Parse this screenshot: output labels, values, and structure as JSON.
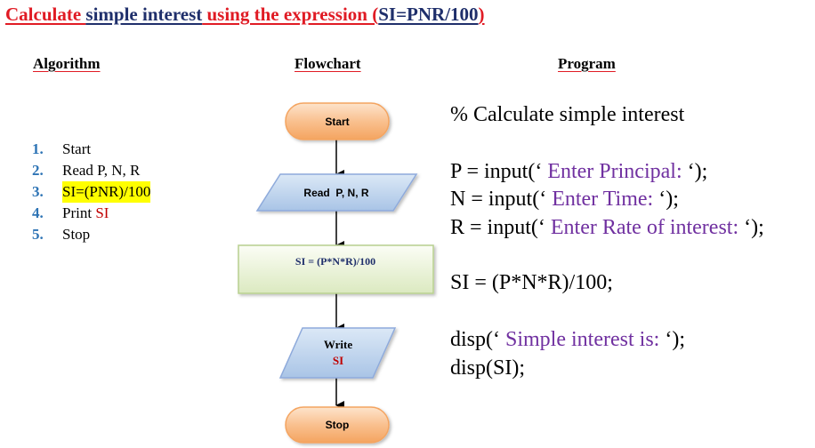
{
  "title": {
    "parts": [
      "Calculate ",
      "simple interest",
      " using the expression (",
      "SI=PNR/100",
      ")"
    ]
  },
  "headings": {
    "algorithm": "Algorithm",
    "flowchart": "Flowchart",
    "program": "Program"
  },
  "algorithm": {
    "steps": [
      {
        "num": "1.",
        "text": "Start"
      },
      {
        "num": "2.",
        "text": "Read P, N, R"
      },
      {
        "num": "3.",
        "text": "SI=(PNR)/100"
      },
      {
        "num": "4.",
        "text": "Print ",
        "accent": "SI"
      },
      {
        "num": "5.",
        "text": "Stop"
      }
    ]
  },
  "flowchart": {
    "start": "Start",
    "read": "Read  P, N, R",
    "process": "SI = (P*N*R)/100",
    "write_label": "Write",
    "write_value": "SI",
    "stop": "Stop"
  },
  "program": {
    "comment": "% Calculate simple interest",
    "lines": [
      {
        "prefix": "P = input(",
        "open": "‘",
        "prompt": " Enter Principal: ",
        "close": "‘",
        "suffix": ");"
      },
      {
        "prefix": "N = input(",
        "open": "‘",
        "prompt": " Enter Time: ",
        "close": "‘",
        "suffix": ");"
      },
      {
        "prefix": "R = input(",
        "open": "‘",
        "prompt": " Enter Rate of interest: ",
        "close": "‘",
        "suffix": ");"
      }
    ],
    "compute": "SI = (P*N*R)/100;",
    "disp1": {
      "prefix": "disp(",
      "open": "‘",
      "prompt": " Simple interest is: ",
      "close": "‘",
      "suffix": ");"
    },
    "disp2": "disp(SI);"
  }
}
